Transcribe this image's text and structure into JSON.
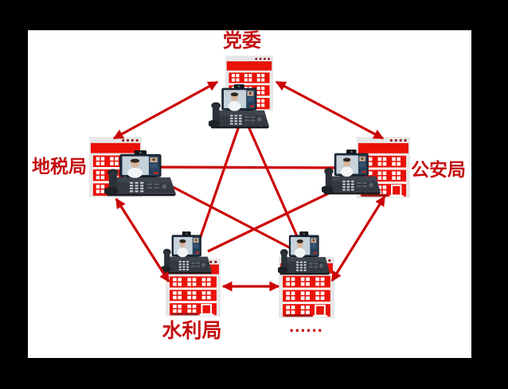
{
  "diagram": {
    "type": "network-mesh",
    "description_visible_text_only": true,
    "nodes": [
      {
        "id": "dangwei",
        "label": "党委",
        "icon": "building-with-videophone",
        "has_door": false
      },
      {
        "id": "dishuiju",
        "label": "地税局",
        "icon": "building-with-videophone",
        "has_door": false
      },
      {
        "id": "gonganju",
        "label": "公安局",
        "icon": "building-with-videophone",
        "has_door": true
      },
      {
        "id": "shuiliju",
        "label": "水利局",
        "icon": "building-with-videophone",
        "has_door": true
      },
      {
        "id": "ellipsis",
        "label": "......",
        "icon": "building-with-videophone",
        "has_door": true
      }
    ],
    "connections": [
      {
        "from": "dangwei",
        "to": "dishuiju",
        "style": "double-arrow"
      },
      {
        "from": "dangwei",
        "to": "gonganju",
        "style": "double-arrow"
      },
      {
        "from": "dishuiju",
        "to": "shuiliju",
        "style": "double-arrow"
      },
      {
        "from": "gonganju",
        "to": "ellipsis",
        "style": "double-arrow"
      },
      {
        "from": "shuiliju",
        "to": "ellipsis",
        "style": "double-arrow"
      },
      {
        "from": "dishuiju",
        "to": "gonganju",
        "style": "line"
      },
      {
        "from": "dangwei",
        "to": "shuiliju",
        "style": "line"
      },
      {
        "from": "dangwei",
        "to": "ellipsis",
        "style": "line"
      },
      {
        "from": "dishuiju",
        "to": "ellipsis",
        "style": "line"
      },
      {
        "from": "gonganju",
        "to": "shuiliju",
        "style": "line"
      }
    ],
    "colors": {
      "frame": "#000000",
      "canvas": "#FFFFFF",
      "arrow": "#CC0404",
      "building": "#EA1108",
      "card": "#E7E7E7",
      "label": "#C40D10"
    }
  }
}
